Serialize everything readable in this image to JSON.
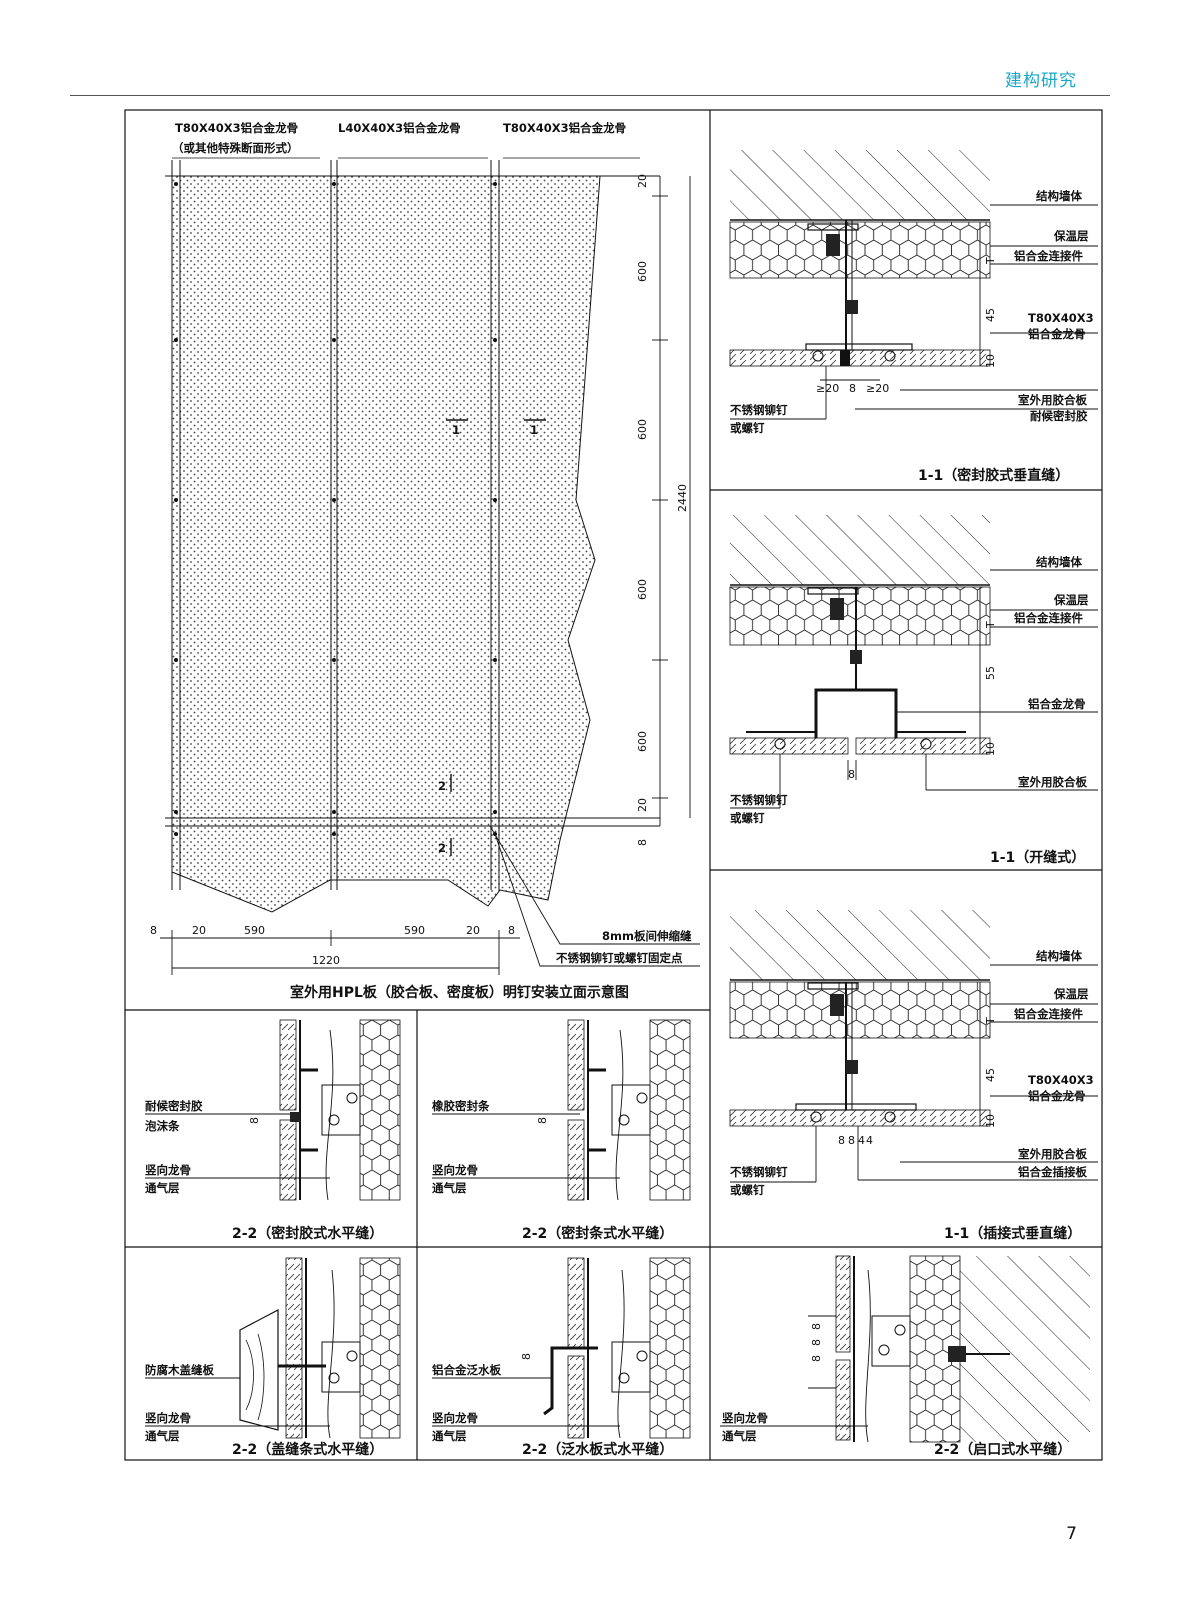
{
  "header": {
    "brand": "建构研究"
  },
  "page_number": "7",
  "elevation": {
    "title": "室外用HPL板（胶合板、密度板）明钉安装立面示意图",
    "top_labels": [
      "T80X40X3铝合金龙骨",
      "（或其他特殊断面形式）",
      "L40X40X3铝合金龙骨",
      "T80X40X3铝合金龙骨"
    ],
    "vertical_dims": [
      "20",
      "600",
      "600",
      "600",
      "600",
      "20",
      "8"
    ],
    "total_height": "2440",
    "bottom_dims": [
      "8",
      "20",
      "590",
      "590",
      "20",
      "8"
    ],
    "total_width": "1220",
    "section_marks": [
      "1",
      "1",
      "2",
      "2"
    ],
    "callouts": [
      "8mm板间伸缩缝",
      "不锈钢铆钉或螺钉固定点"
    ]
  },
  "section_sealant": {
    "caption": "1-1（密封胶式垂直缝）",
    "labels": [
      "结构墙体",
      "保温层",
      "铝合金连接件",
      "T80X40X3",
      "铝合金龙骨",
      "室外用胶合板",
      "耐候密封胶",
      "不锈钢铆钉",
      "或螺钉"
    ],
    "dims": [
      "T",
      "45",
      "10",
      "≥20",
      "8",
      "≥20"
    ]
  },
  "section_open": {
    "caption": "1-1（开缝式）",
    "labels": [
      "结构墙体",
      "保温层",
      "铝合金连接件",
      "铝合金龙骨",
      "室外用胶合板",
      "不锈钢铆钉",
      "或螺钉"
    ],
    "dims": [
      "T",
      "55",
      "10",
      "8"
    ]
  },
  "section_insert": {
    "caption": "1-1（插接式垂直缝）",
    "labels": [
      "结构墙体",
      "保温层",
      "铝合金连接件",
      "T80X40X3",
      "铝合金龙骨",
      "室外用胶合板",
      "铝合金插接板",
      "不锈钢铆钉",
      "或螺钉"
    ],
    "dims": [
      "T",
      "45",
      "10",
      "8",
      "8",
      "4",
      "4"
    ]
  },
  "detail_a": {
    "caption": "2-2（密封胶式水平缝）",
    "labels": [
      "耐候密封胶",
      "泡沫条",
      "竖向龙骨",
      "通气层"
    ],
    "dim": "8"
  },
  "detail_b": {
    "caption": "2-2（密封条式水平缝）",
    "labels": [
      "橡胶密封条",
      "竖向龙骨",
      "通气层"
    ],
    "dim": "8"
  },
  "detail_c": {
    "caption": "2-2（盖缝条式水平缝）",
    "labels": [
      "防腐木盖缝板",
      "竖向龙骨",
      "通气层"
    ]
  },
  "detail_d": {
    "caption": "2-2（泛水板式水平缝）",
    "labels": [
      "铝合金泛水板",
      "竖向龙骨",
      "通气层"
    ],
    "dim": "8"
  },
  "detail_e": {
    "caption": "2-2（启口式水平缝）",
    "labels": [
      "竖向龙骨",
      "通气层"
    ],
    "dims": [
      "8",
      "8",
      "8"
    ]
  }
}
